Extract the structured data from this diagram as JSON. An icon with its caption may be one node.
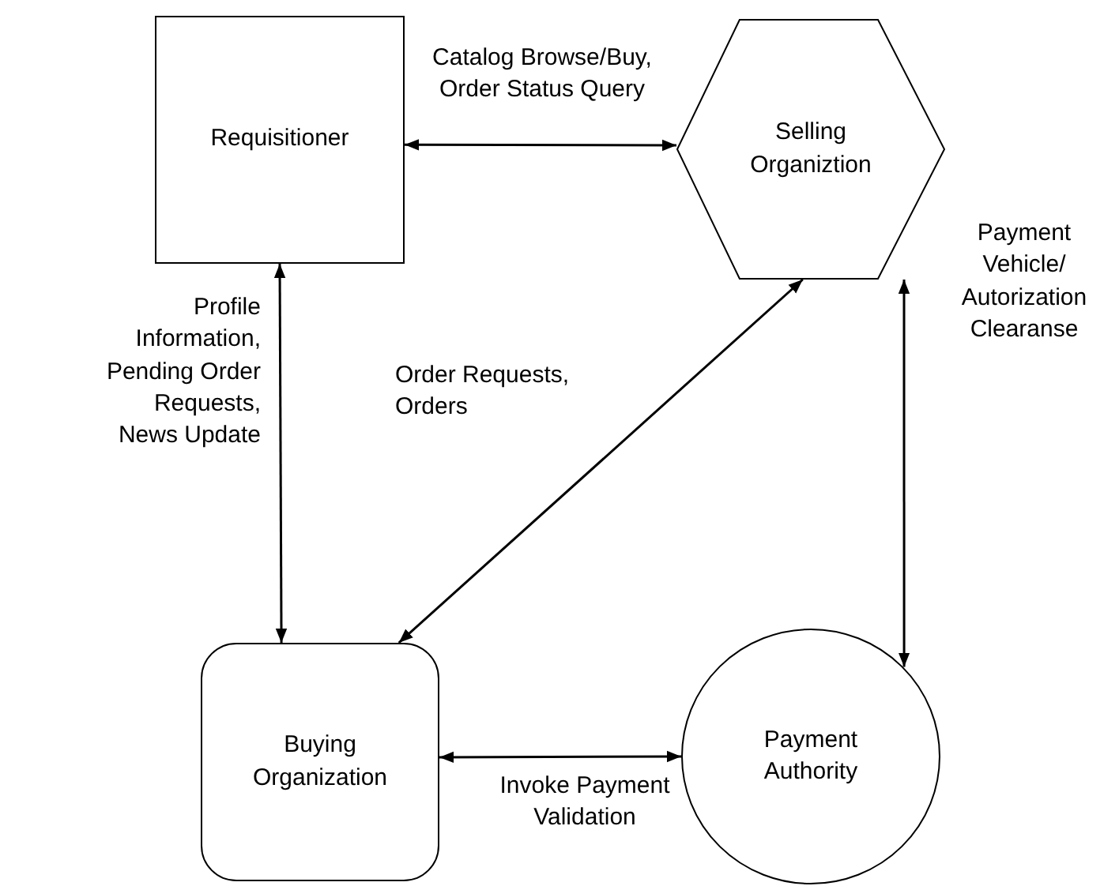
{
  "diagram": {
    "nodes": [
      {
        "text": [
          "Requisitioner"
        ]
      },
      {
        "text": [
          "Selling Organiztion"
        ]
      },
      {
        "text": [
          "Buying Organization"
        ]
      },
      {
        "text": [
          "Payment Authority"
        ]
      }
    ],
    "edges": [
      {
        "from": 0,
        "to": 1,
        "arrow": "both",
        "label": "Catalog Browse/Buy, Order Status Query"
      },
      {
        "from": 0,
        "to": 2,
        "arrow": "both",
        "label": "Profile Information, Pending Order Requests, News Update"
      },
      {
        "from": 1,
        "to": 2,
        "arrow": "both",
        "label": "Order Requests, Orders"
      },
      {
        "from": 1,
        "to": 3,
        "arrow": "both",
        "label": "Payment Vehicle/ Autorization Clearanse"
      },
      {
        "from": 2,
        "to": 3,
        "arrow": "both",
        "label": "Invoke Payment Validation"
      }
    ]
  }
}
